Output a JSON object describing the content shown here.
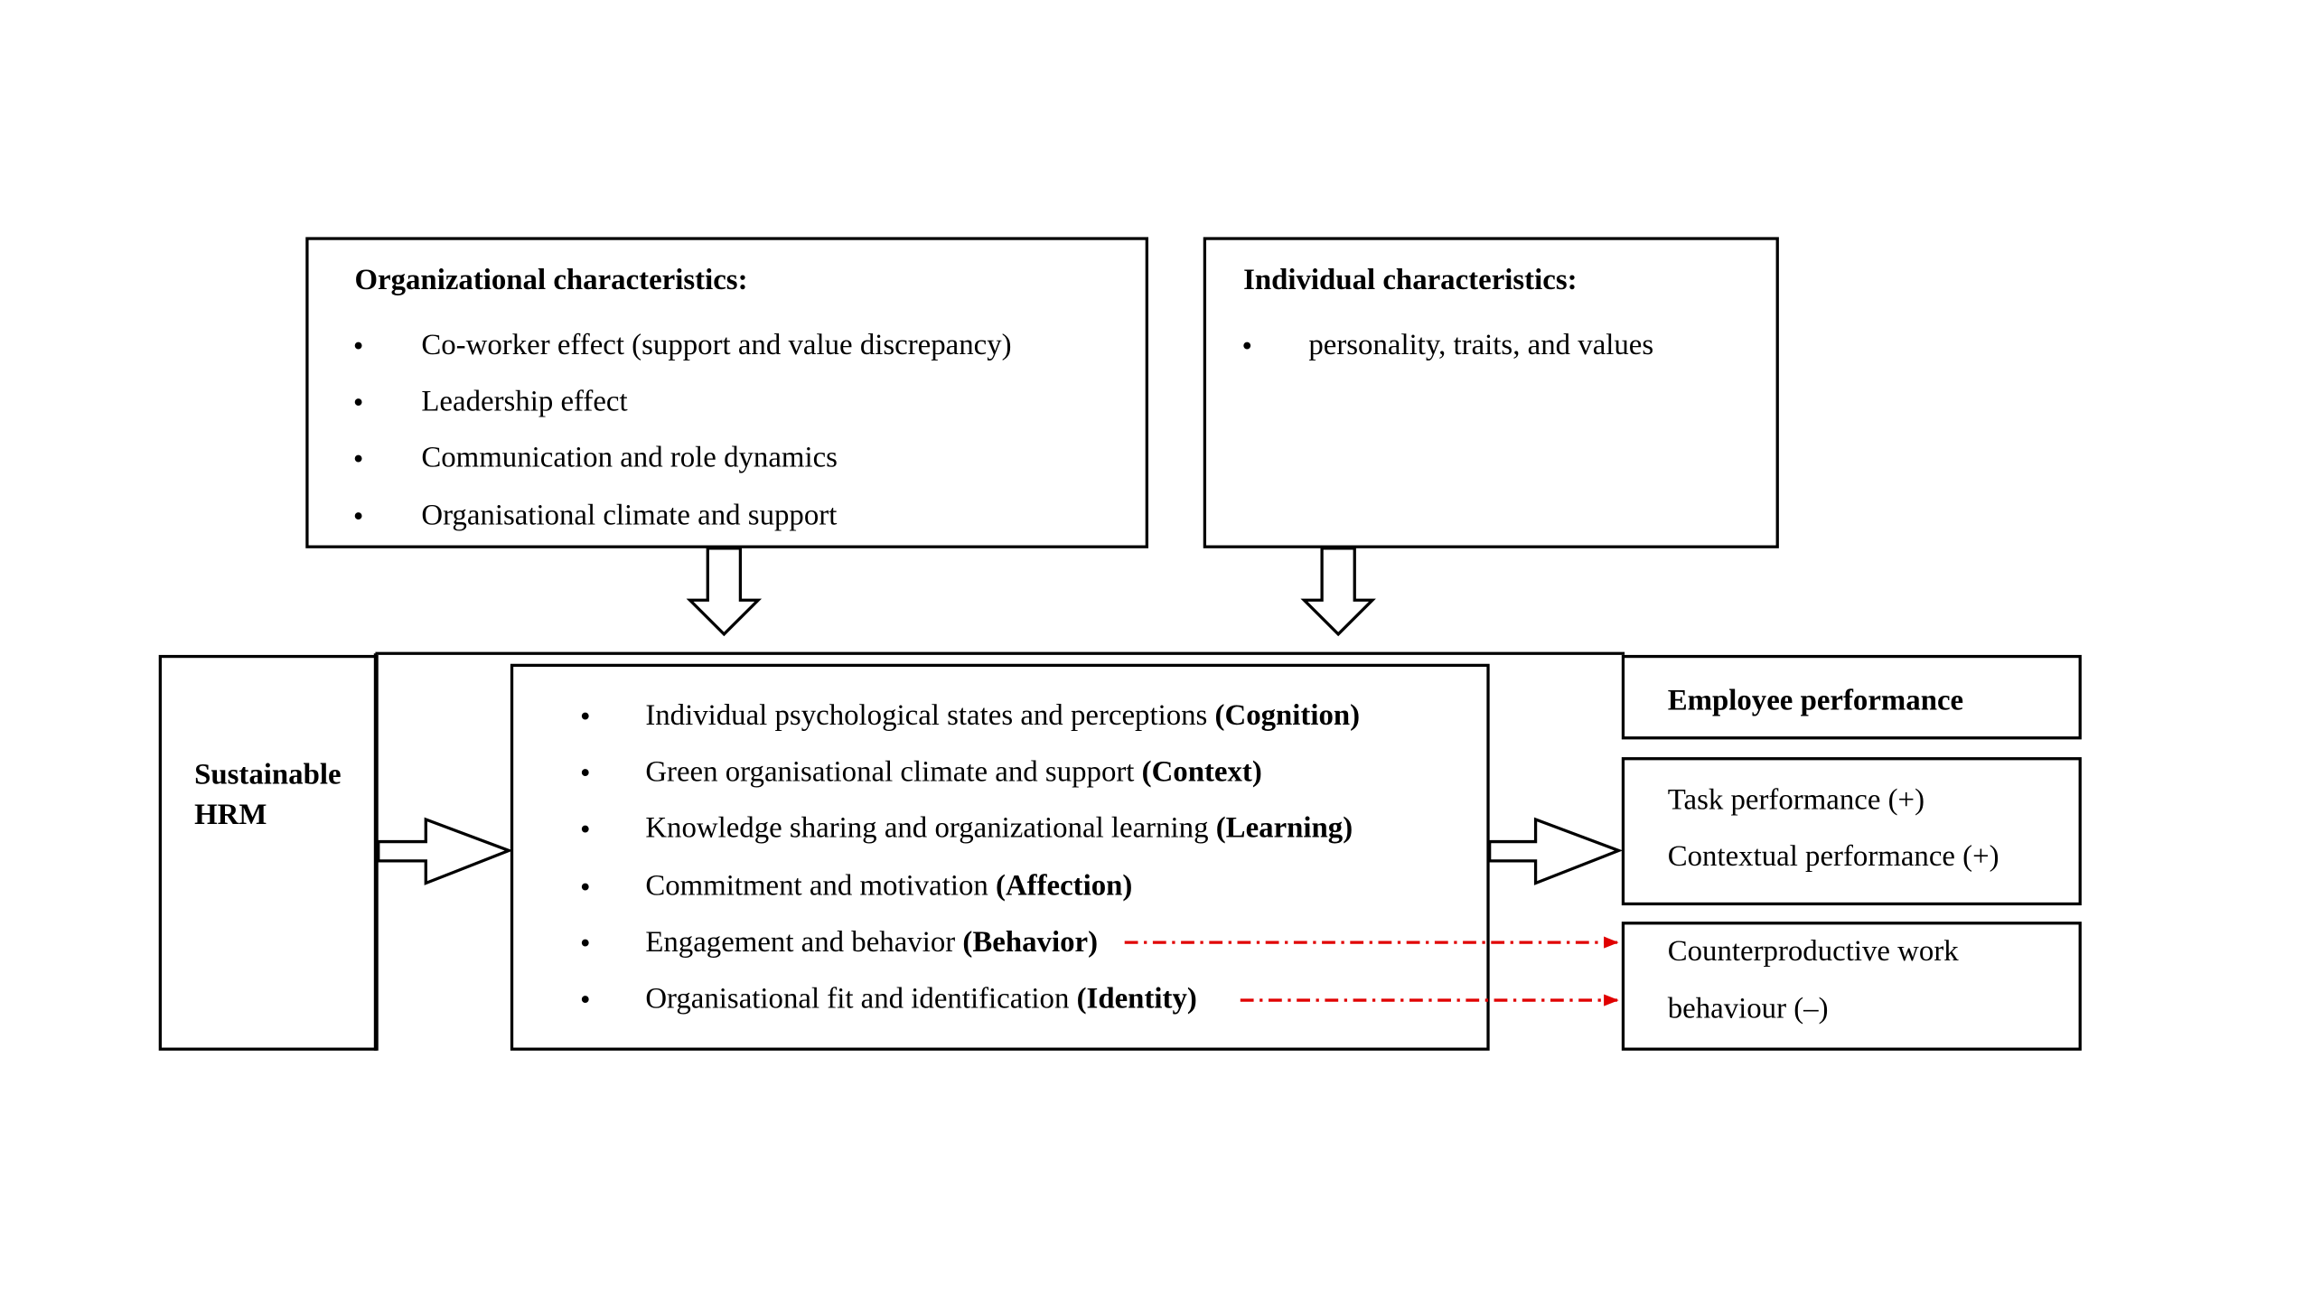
{
  "organizational": {
    "title": "Organizational characteristics:",
    "items": [
      "Co-worker effect (support and value discrepancy)",
      "Leadership effect",
      "Communication and role dynamics",
      "Organisational climate and support"
    ]
  },
  "individual": {
    "title": "Individual characteristics:",
    "items": [
      "personality, traits, and values"
    ]
  },
  "sustainable_hrm": {
    "line1": "Sustainable",
    "line2": "HRM"
  },
  "mechanisms": [
    {
      "text": "Individual psychological states and perceptions ",
      "tag": "(Cognition)"
    },
    {
      "text": "Green organisational climate and support ",
      "tag": "(Context)"
    },
    {
      "text": "Knowledge sharing and organizational learning ",
      "tag": "(Learning)"
    },
    {
      "text": "Commitment and motivation ",
      "tag": "(Affection)"
    },
    {
      "text": "Engagement and behavior ",
      "tag": "(Behavior)"
    },
    {
      "text": "Organisational fit and identification ",
      "tag": "(Identity)"
    }
  ],
  "performance": {
    "title": "Employee performance",
    "positive": [
      "Task performance (+)",
      "Contextual performance (+)"
    ],
    "negative": [
      "Counterproductive work",
      "behaviour (–)"
    ]
  },
  "bullet_char": "•",
  "colors": {
    "dashed_arrow": "#e00000",
    "line": "#000000"
  }
}
